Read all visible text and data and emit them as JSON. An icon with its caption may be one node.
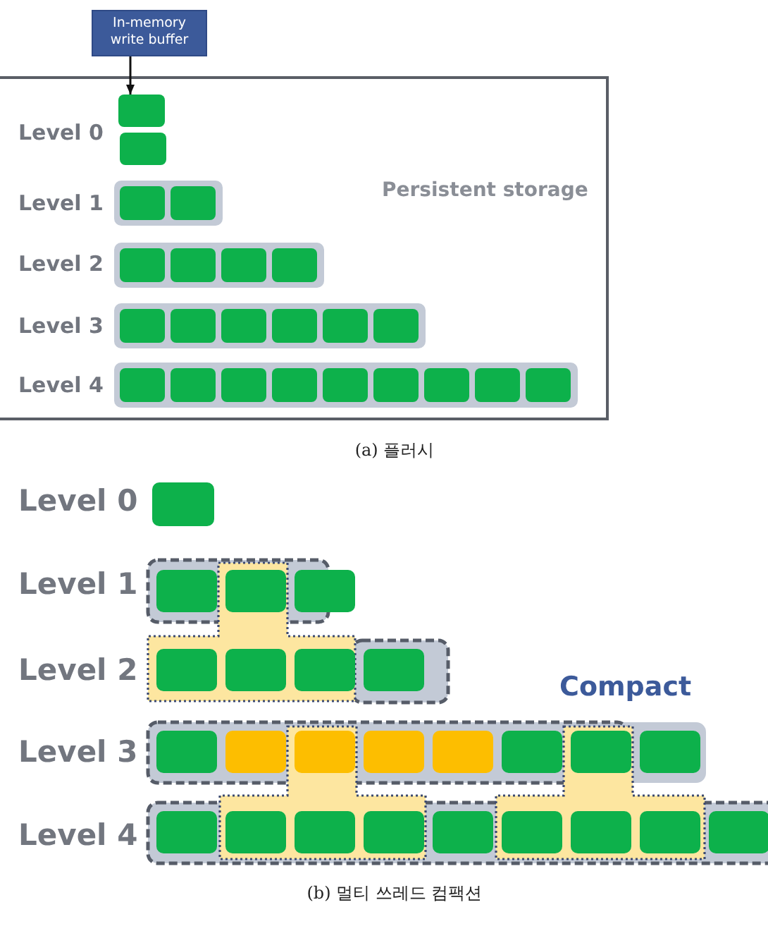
{
  "diagram": {
    "nodes": [
      {
        "text": [
          "In-memory write buffer"
        ]
      },
      {
        "text": [
          "Persistent storage"
        ]
      },
      {
        "text": [],
        "shape": "box",
        "in": 1
      }
    ],
    "edges": [
      {
        "from": 0,
        "to": 2,
        "arrow": "to"
      }
    ],
    "labels": [
      "Level 0",
      "Level 1",
      "Level 2",
      "Level 3",
      "Level 4",
      "(a) 플러시",
      "Level 0",
      "Level 1",
      "Level 2",
      "Level 3",
      "Level 4",
      "Compact",
      "(b) 멀티 쓰레드 컴팩션"
    ]
  }
}
